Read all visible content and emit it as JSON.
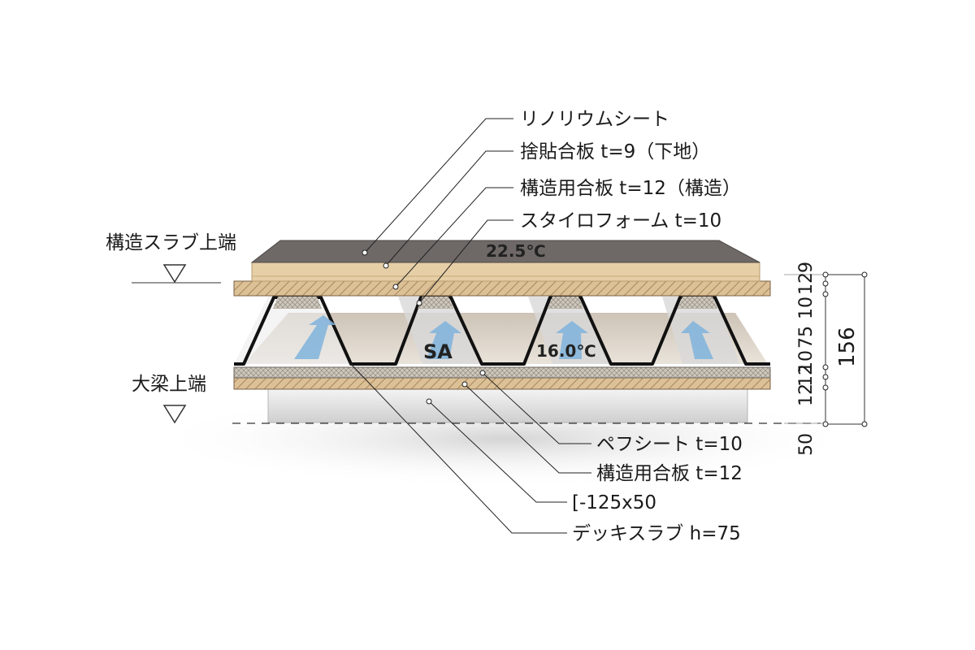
{
  "layer_labels": {
    "linoleum": "リノリウムシート",
    "sutebari": "捨貼合板 t=9（下地）",
    "kozo_plywood_top": "構造用合板 t=12（構造）",
    "styrofoam": "スタイロフォーム t=10",
    "pef": "ペフシート t=10",
    "kozo_plywood_bottom": "構造用合板 t=12",
    "channel": "[-125x50",
    "deck": "デッキスラブ h=75"
  },
  "level_labels": {
    "slab_top": "構造スラブ上端",
    "beam_top": "大梁上端"
  },
  "annotations": {
    "temp_upper": "22.5℃",
    "temp_lower": "16.0℃",
    "supply_air": "SA"
  },
  "dimensions": {
    "layers": [
      "9",
      "12",
      "10",
      "75",
      "10",
      "12",
      "12",
      "50"
    ],
    "total": "156"
  },
  "colors": {
    "linoleum": "#6b6664",
    "plywood": "#e2c79e",
    "foam": "#c9c2b8",
    "steel": "#e6e6e6",
    "arrow": "#7fb3dc"
  }
}
